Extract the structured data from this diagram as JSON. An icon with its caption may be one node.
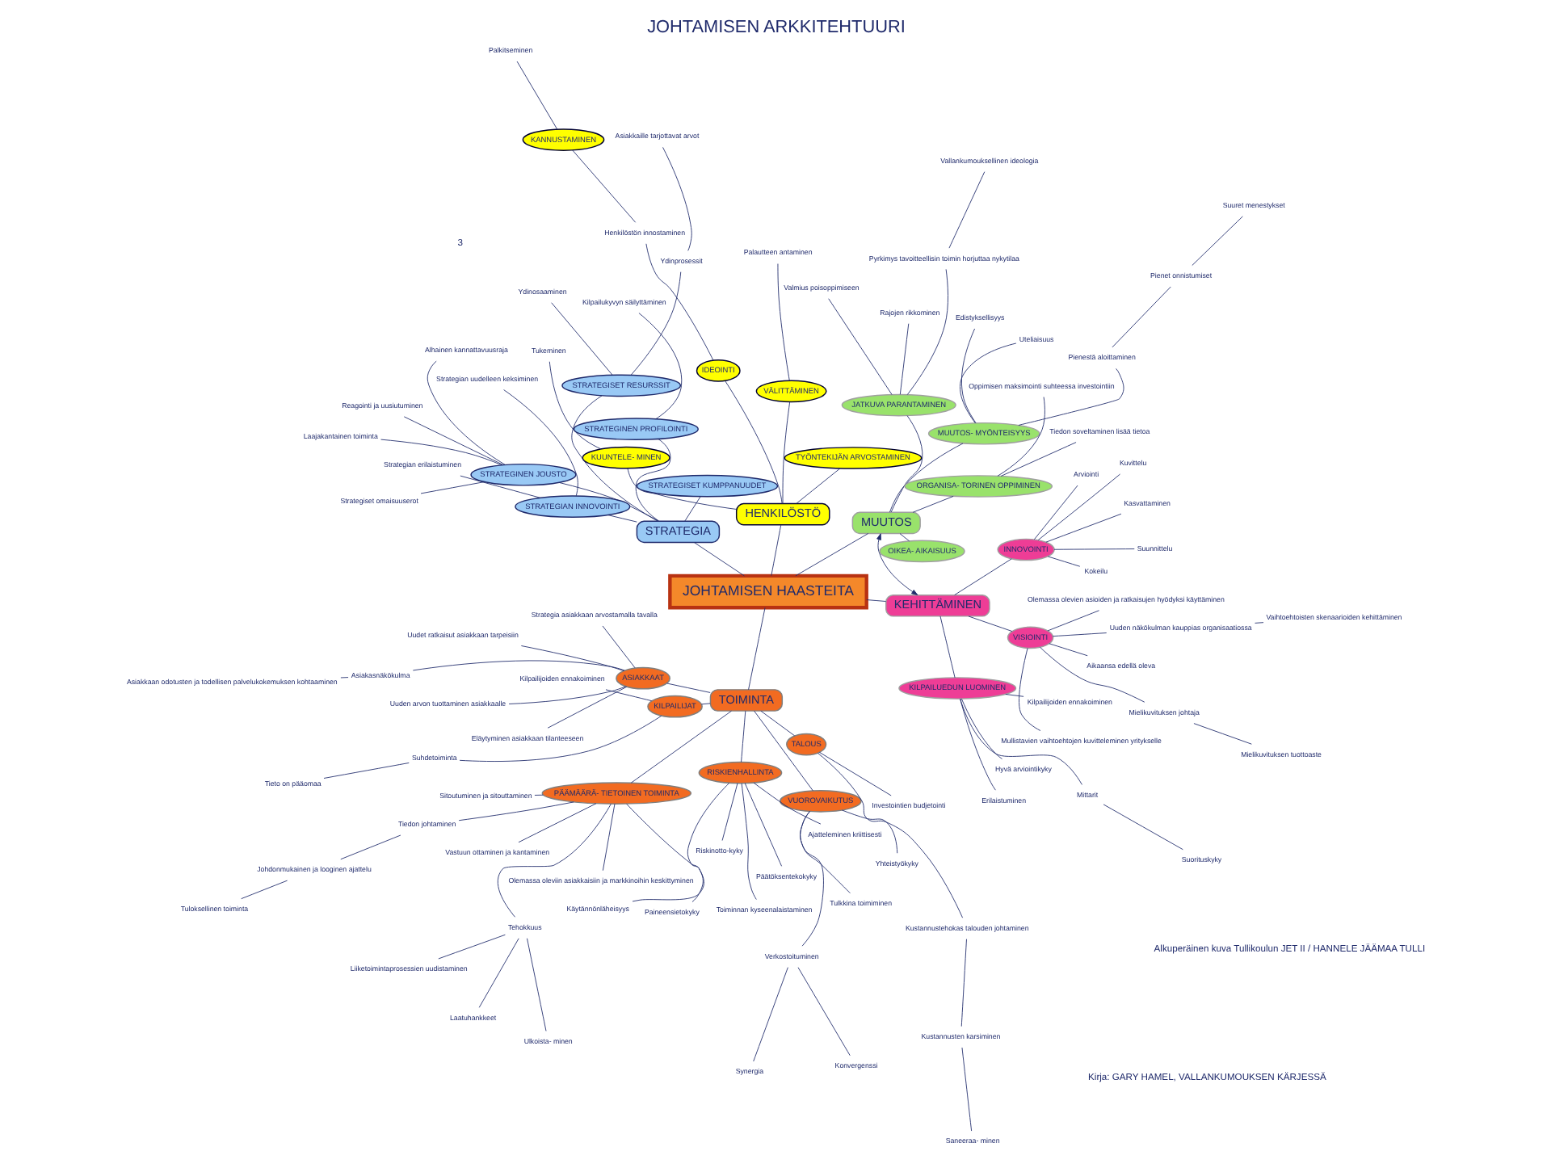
{
  "diagram": {
    "title": "JOHTAMISEN ARKKITEHTUURI",
    "nodes": [
      {
        "text": [
          "JOHTAMISEN HAASTEITA"
        ]
      },
      {
        "text": [
          "TOIMINTA"
        ]
      },
      {
        "text": [
          "MUUTOS"
        ]
      },
      {
        "text": [
          "KEHITTÄMINEN"
        ]
      },
      {
        "text": [
          "HENKILÖSTÖ"
        ]
      },
      {
        "text": [
          "STRATEGIA"
        ]
      },
      {
        "text": [
          "PÄÄMÄÄRÄ- TIETOINEN TOIMINTA"
        ]
      },
      {
        "text": [
          "TALOUS"
        ]
      },
      {
        "text": [
          "VUOROVAIKUTUS"
        ]
      },
      {
        "text": [
          "RISKIENHALLINTA"
        ]
      },
      {
        "text": [
          "KILPAILIJAT"
        ]
      },
      {
        "text": [
          "ASIAKKAAT"
        ]
      },
      {
        "text": [
          "Olemassa oleviin asiakkaisiin ja markkinoihin keskittyminen"
        ]
      },
      {
        "text": [
          "Tiedon johtaminen"
        ]
      },
      {
        "text": [
          "Sitoutuminen ja sitouttaminen"
        ]
      },
      {
        "text": [
          "Vastuun ottaminen ja kantaminen"
        ]
      },
      {
        "text": [
          "Käytännönläheisyys"
        ]
      },
      {
        "text": [
          "Tehokkuus"
        ]
      },
      {
        "text": [
          "Johdonmukainen ja looginen ajattelu"
        ]
      },
      {
        "text": [
          "Tuloksellinen toiminta"
        ]
      },
      {
        "text": [
          "Laatuhankkeet"
        ]
      },
      {
        "text": [
          "Ulkoista- minen"
        ]
      },
      {
        "text": [
          "Liiketoimintaprosessien uudistaminen"
        ]
      },
      {
        "text": [
          "Investointien budjetointi"
        ]
      },
      {
        "text": [
          "Kustannustehokas talouden johtaminen"
        ]
      },
      {
        "text": [
          "Kustannusten karsiminen"
        ]
      },
      {
        "text": [
          "Saneeraa- minen"
        ]
      },
      {
        "text": [
          "Verkostoituminen"
        ]
      },
      {
        "text": [
          "Synergia"
        ]
      },
      {
        "text": [
          "Konvergenssi"
        ]
      },
      {
        "text": [
          "Yhteistyökyky"
        ]
      },
      {
        "text": [
          "Tulkkina toimiminen"
        ]
      },
      {
        "text": [
          "Paineensietokyky"
        ]
      },
      {
        "text": [
          "Riskinotto-kyky"
        ]
      },
      {
        "text": [
          "Ajatteleminen kriittisesti"
        ]
      },
      {
        "text": [
          "Toiminnan kyseenalaistaminen"
        ]
      },
      {
        "text": [
          "Päätöksentekokyky"
        ]
      },
      {
        "text": [
          "Kilpailijoiden ennakoiminen"
        ]
      },
      {
        "text": [
          "Suhdetoiminta"
        ]
      },
      {
        "text": [
          "Tieto on pääomaa"
        ]
      },
      {
        "text": [
          "Uudet ratkaisut asiakkaan tarpeisiin"
        ]
      },
      {
        "text": [
          "Uuden arvon tuottaminen asiakkaalle"
        ]
      },
      {
        "text": [
          "Asiakasnäkökulma"
        ]
      },
      {
        "text": [
          "Asiakkaan odotusten ja todellisen palvelukokemuksen kohtaaminen"
        ]
      },
      {
        "text": [
          "Strategia asiakkaan arvostamalla tavalla"
        ]
      },
      {
        "text": [
          "Eläytyminen asiakkaan tilanteeseen"
        ]
      },
      {
        "text": [
          "MUUTOS- MYÖNTEISYYS"
        ]
      },
      {
        "text": [
          "OIKEA- AIKAISUUS"
        ]
      },
      {
        "text": [
          "JATKUVA PARANTAMINEN"
        ]
      },
      {
        "text": [
          "ORGANISA- TORINEN OPPIMINEN"
        ]
      },
      {
        "text": [
          "Edistyksellisyys"
        ]
      },
      {
        "text": [
          "Tiedon soveltaminen lisää tietoa"
        ]
      },
      {
        "text": [
          "Uteliaisuus"
        ]
      },
      {
        "text": [
          "Pienestä aloittaminen"
        ]
      },
      {
        "text": [
          "Pienet onnistumiset"
        ]
      },
      {
        "text": [
          "Suuret menestykset"
        ]
      },
      {
        "text": [
          "Valmius poisoppimiseen"
        ]
      },
      {
        "text": [
          "Rajojen rikkominen"
        ]
      },
      {
        "text": [
          "Pyrkimys tavoitteellisin toimin horjuttaa nykytilaa"
        ]
      },
      {
        "text": [
          "Vallankumouksellinen ideologia"
        ]
      },
      {
        "text": [
          "Oppimisen maksimointi suhteessa investointiin"
        ]
      },
      {
        "text": [
          "VISIOINTI"
        ]
      },
      {
        "text": [
          "KILPAILUEDUN LUOMINEN"
        ]
      },
      {
        "text": [
          "INNOVOINTI"
        ]
      },
      {
        "text": [
          "Aikaansa edellä oleva"
        ]
      },
      {
        "text": [
          "Mullistavien vaihtoehtojen kuvitteleminen yritykselle"
        ]
      },
      {
        "text": [
          "Olemassa olevien asioiden ja ratkaisujen hyödyksi käyttäminen"
        ]
      },
      {
        "text": [
          "Uuden näkökulman kauppias organisaatiossa"
        ]
      },
      {
        "text": [
          "Vaihtoehtoisten skenaarioiden kehittäminen"
        ]
      },
      {
        "text": [
          "Mielikuvituksen johtaja"
        ]
      },
      {
        "text": [
          "Mielikuvituksen tuottoaste"
        ]
      },
      {
        "text": [
          "Kilpailijoiden ennakoiminen"
        ]
      },
      {
        "text": [
          "Erilaistuminen"
        ]
      },
      {
        "text": [
          "Hyvä arviointikyky"
        ]
      },
      {
        "text": [
          "Mittarit"
        ]
      },
      {
        "text": [
          "Suorituskyky"
        ]
      },
      {
        "text": [
          "Kuvittelu"
        ]
      },
      {
        "text": [
          "Suunnittelu"
        ]
      },
      {
        "text": [
          "Kokeilu"
        ]
      },
      {
        "text": [
          "Kasvattaminen"
        ]
      },
      {
        "text": [
          "Arviointi"
        ]
      },
      {
        "text": [
          "IDEOINTI"
        ]
      },
      {
        "text": [
          "VÄLITTÄMINEN"
        ]
      },
      {
        "text": [
          "KANNUSTAMINEN"
        ]
      },
      {
        "text": [
          "KUUNTELE- MINEN"
        ]
      },
      {
        "text": [
          "TYÖNTEKIJÄN ARVOSTAMINEN"
        ]
      },
      {
        "text": [
          "Henkilöstön innostaminen"
        ]
      },
      {
        "text": [
          "Palkitseminen"
        ]
      },
      {
        "text": [
          "Palautteen antaminen"
        ]
      },
      {
        "text": [
          "Tukeminen"
        ]
      },
      {
        "text": [
          "STRATEGINEN JOUSTO"
        ]
      },
      {
        "text": [
          "STRATEGISET RESURSSIT"
        ]
      },
      {
        "text": [
          "STRATEGISET KUMPPANUUDET"
        ]
      },
      {
        "text": [
          "STRATEGIAN INNOVOINTI"
        ]
      },
      {
        "text": [
          "STRATEGINEN PROFILOINTI"
        ]
      },
      {
        "text": [
          "Reagointi ja uusiutuminen"
        ]
      },
      {
        "text": [
          "Laajakantainen toiminta"
        ]
      },
      {
        "text": [
          "Strategiset omaisuuserot"
        ]
      },
      {
        "text": [
          "Alhainen kannattavuusraja"
        ]
      },
      {
        "text": [
          "Ydinosaaminen"
        ]
      },
      {
        "text": [
          "Ydinprosessit"
        ]
      },
      {
        "text": [
          "Asiakkaille tarjottavat arvot"
        ]
      },
      {
        "text": [
          "Strategian uudelleen keksiminen"
        ]
      },
      {
        "text": [
          "Strategian erilaistuminen"
        ]
      },
      {
        "text": [
          "Kilpailukyvyn säilyttäminen"
        ]
      }
    ],
    "edges": [
      {
        "from": 0,
        "to": 1,
        "arrow": "none"
      },
      {
        "from": 0,
        "to": 2,
        "arrow": "none"
      },
      {
        "from": 0,
        "to": 3,
        "arrow": "none"
      },
      {
        "from": 0,
        "to": 4,
        "arrow": "none"
      },
      {
        "from": 0,
        "to": 5,
        "arrow": "none"
      },
      {
        "from": 2,
        "to": 3,
        "arrow": "both"
      },
      {
        "from": 1,
        "to": 6,
        "arrow": "none"
      },
      {
        "from": 1,
        "to": 7,
        "arrow": "none"
      },
      {
        "from": 1,
        "to": 8,
        "arrow": "none"
      },
      {
        "from": 1,
        "to": 9,
        "arrow": "none"
      },
      {
        "from": 1,
        "to": 10,
        "arrow": "none"
      },
      {
        "from": 1,
        "to": 11,
        "arrow": "none"
      },
      {
        "from": 6,
        "to": 12,
        "arrow": "none"
      },
      {
        "from": 6,
        "to": 13,
        "arrow": "none"
      },
      {
        "from": 6,
        "to": 14,
        "arrow": "none"
      },
      {
        "from": 6,
        "to": 15,
        "arrow": "none"
      },
      {
        "from": 6,
        "to": 16,
        "arrow": "none"
      },
      {
        "from": 6,
        "to": 17,
        "arrow": "none"
      },
      {
        "from": 13,
        "to": 18,
        "arrow": "none"
      },
      {
        "from": 18,
        "to": 19,
        "arrow": "none"
      },
      {
        "from": 17,
        "to": 20,
        "arrow": "none"
      },
      {
        "from": 17,
        "to": 21,
        "arrow": "none"
      },
      {
        "from": 17,
        "to": 22,
        "arrow": "none"
      },
      {
        "from": 7,
        "to": 23,
        "arrow": "none"
      },
      {
        "from": 7,
        "to": 24,
        "arrow": "none"
      },
      {
        "from": 24,
        "to": 25,
        "arrow": "none"
      },
      {
        "from": 25,
        "to": 26,
        "arrow": "none"
      },
      {
        "from": 8,
        "to": 27,
        "arrow": "none"
      },
      {
        "from": 27,
        "to": 28,
        "arrow": "none"
      },
      {
        "from": 27,
        "to": 29,
        "arrow": "none"
      },
      {
        "from": 8,
        "to": 30,
        "arrow": "none"
      },
      {
        "from": 8,
        "to": 31,
        "arrow": "none"
      },
      {
        "from": 9,
        "to": 32,
        "arrow": "none"
      },
      {
        "from": 9,
        "to": 33,
        "arrow": "none"
      },
      {
        "from": 9,
        "to": 34,
        "arrow": "none"
      },
      {
        "from": 9,
        "to": 35,
        "arrow": "none"
      },
      {
        "from": 9,
        "to": 36,
        "arrow": "none"
      },
      {
        "from": 10,
        "to": 37,
        "arrow": "none"
      },
      {
        "from": 10,
        "to": 38,
        "arrow": "none"
      },
      {
        "from": 38,
        "to": 39,
        "arrow": "none"
      },
      {
        "from": 11,
        "to": 40,
        "arrow": "none"
      },
      {
        "from": 11,
        "to": 41,
        "arrow": "none"
      },
      {
        "from": 11,
        "to": 42,
        "arrow": "none"
      },
      {
        "from": 42,
        "to": 43,
        "arrow": "none"
      },
      {
        "from": 11,
        "to": 44,
        "arrow": "none"
      },
      {
        "from": 11,
        "to": 45,
        "arrow": "none"
      },
      {
        "from": 2,
        "to": 46,
        "arrow": "none"
      },
      {
        "from": 2,
        "to": 47,
        "arrow": "none"
      },
      {
        "from": 2,
        "to": 48,
        "arrow": "none"
      },
      {
        "from": 2,
        "to": 49,
        "arrow": "none"
      },
      {
        "from": 46,
        "to": 50,
        "arrow": "none"
      },
      {
        "from": 46,
        "to": 52,
        "arrow": "none"
      },
      {
        "from": 46,
        "to": 53,
        "arrow": "none"
      },
      {
        "from": 53,
        "to": 54,
        "arrow": "none"
      },
      {
        "from": 54,
        "to": 55,
        "arrow": "none"
      },
      {
        "from": 48,
        "to": 56,
        "arrow": "none"
      },
      {
        "from": 48,
        "to": 57,
        "arrow": "none"
      },
      {
        "from": 48,
        "to": 58,
        "arrow": "none"
      },
      {
        "from": 58,
        "to": 59,
        "arrow": "none"
      },
      {
        "from": 51,
        "to": 49,
        "arrow": "none"
      },
      {
        "from": 49,
        "to": 60,
        "arrow": "none"
      },
      {
        "from": 3,
        "to": 61,
        "arrow": "none"
      },
      {
        "from": 3,
        "to": 62,
        "arrow": "none"
      },
      {
        "from": 3,
        "to": 63,
        "arrow": "none"
      },
      {
        "from": 61,
        "to": 64,
        "arrow": "none"
      },
      {
        "from": 61,
        "to": 65,
        "arrow": "none"
      },
      {
        "from": 61,
        "to": 66,
        "arrow": "none"
      },
      {
        "from": 61,
        "to": 67,
        "arrow": "none"
      },
      {
        "from": 67,
        "to": 68,
        "arrow": "none"
      },
      {
        "from": 61,
        "to": 69,
        "arrow": "none"
      },
      {
        "from": 69,
        "to": 70,
        "arrow": "none"
      },
      {
        "from": 62,
        "to": 71,
        "arrow": "none"
      },
      {
        "from": 62,
        "to": 72,
        "arrow": "none"
      },
      {
        "from": 62,
        "to": 73,
        "arrow": "none"
      },
      {
        "from": 62,
        "to": 74,
        "arrow": "none"
      },
      {
        "from": 74,
        "to": 75,
        "arrow": "none"
      },
      {
        "from": 63,
        "to": 76,
        "arrow": "none"
      },
      {
        "from": 63,
        "to": 77,
        "arrow": "none"
      },
      {
        "from": 63,
        "to": 78,
        "arrow": "none"
      },
      {
        "from": 63,
        "to": 79,
        "arrow": "none"
      },
      {
        "from": 63,
        "to": 80,
        "arrow": "none"
      },
      {
        "from": 4,
        "to": 81,
        "arrow": "none"
      },
      {
        "from": 4,
        "to": 82,
        "arrow": "none"
      },
      {
        "from": 4,
        "to": 84,
        "arrow": "none"
      },
      {
        "from": 4,
        "to": 85,
        "arrow": "none"
      },
      {
        "from": 81,
        "to": 86,
        "arrow": "none"
      },
      {
        "from": 83,
        "to": 86,
        "arrow": "none"
      },
      {
        "from": 83,
        "to": 87,
        "arrow": "none"
      },
      {
        "from": 82,
        "to": 88,
        "arrow": "none"
      },
      {
        "from": 84,
        "to": 89,
        "arrow": "none"
      },
      {
        "from": 5,
        "to": 90,
        "arrow": "none"
      },
      {
        "from": 5,
        "to": 91,
        "arrow": "none"
      },
      {
        "from": 5,
        "to": 92,
        "arrow": "none"
      },
      {
        "from": 5,
        "to": 93,
        "arrow": "none"
      },
      {
        "from": 5,
        "to": 94,
        "arrow": "none"
      },
      {
        "from": 90,
        "to": 95,
        "arrow": "none"
      },
      {
        "from": 90,
        "to": 96,
        "arrow": "none"
      },
      {
        "from": 90,
        "to": 97,
        "arrow": "none"
      },
      {
        "from": 90,
        "to": 98,
        "arrow": "none"
      },
      {
        "from": 91,
        "to": 99,
        "arrow": "none"
      },
      {
        "from": 91,
        "to": 100,
        "arrow": "none"
      },
      {
        "from": 100,
        "to": 101,
        "arrow": "none"
      },
      {
        "from": 93,
        "to": 102,
        "arrow": "none"
      },
      {
        "from": 93,
        "to": 103,
        "arrow": "none"
      },
      {
        "from": 94,
        "to": 104,
        "arrow": "none"
      }
    ],
    "labels": [
      "Kirja: GARY HAMEL, VALLANKUMOUKSEN KÄRJESSÄ",
      "Alkuperäinen kuva Tullikoulun JET II / HANNELE JÄÄMAA TULLI",
      "3"
    ]
  }
}
